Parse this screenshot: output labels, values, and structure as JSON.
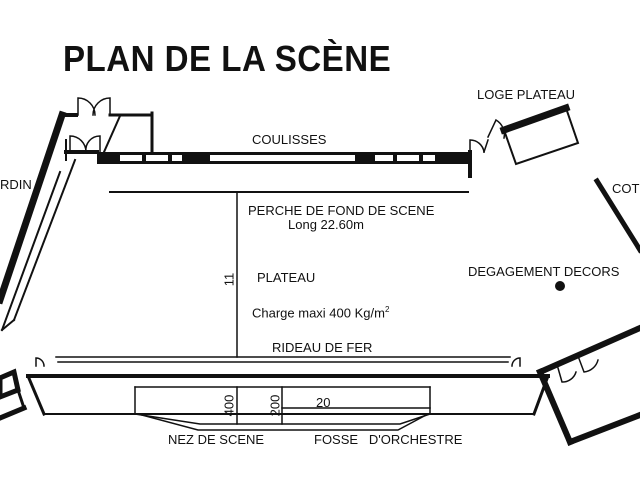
{
  "title": "PLAN DE LA SCÈNE",
  "labels": {
    "coulisses": "COULISSES",
    "loge_plateau": "LOGE PLATEAU",
    "jardin": "RDIN",
    "cote": "COT",
    "perche": "PERCHE DE FOND DE SCENE",
    "perche_long": "Long 22.60m",
    "plateau": "PLATEAU",
    "charge": "Charge maxi 400 Kg/m",
    "charge_sup": "2",
    "degagement": "DEGAGEMENT DECORS",
    "rideau": "RIDEAU DE FER",
    "nez": "NEZ DE SCENE",
    "fosse": "FOSSE   D'ORCHESTRE"
  },
  "dimensions": {
    "depth": "11",
    "fosse_depth_outer": "400",
    "fosse_depth_inner": "200",
    "fosse_width": "20"
  },
  "colors": {
    "ink": "#111111",
    "background": "#ffffff"
  }
}
